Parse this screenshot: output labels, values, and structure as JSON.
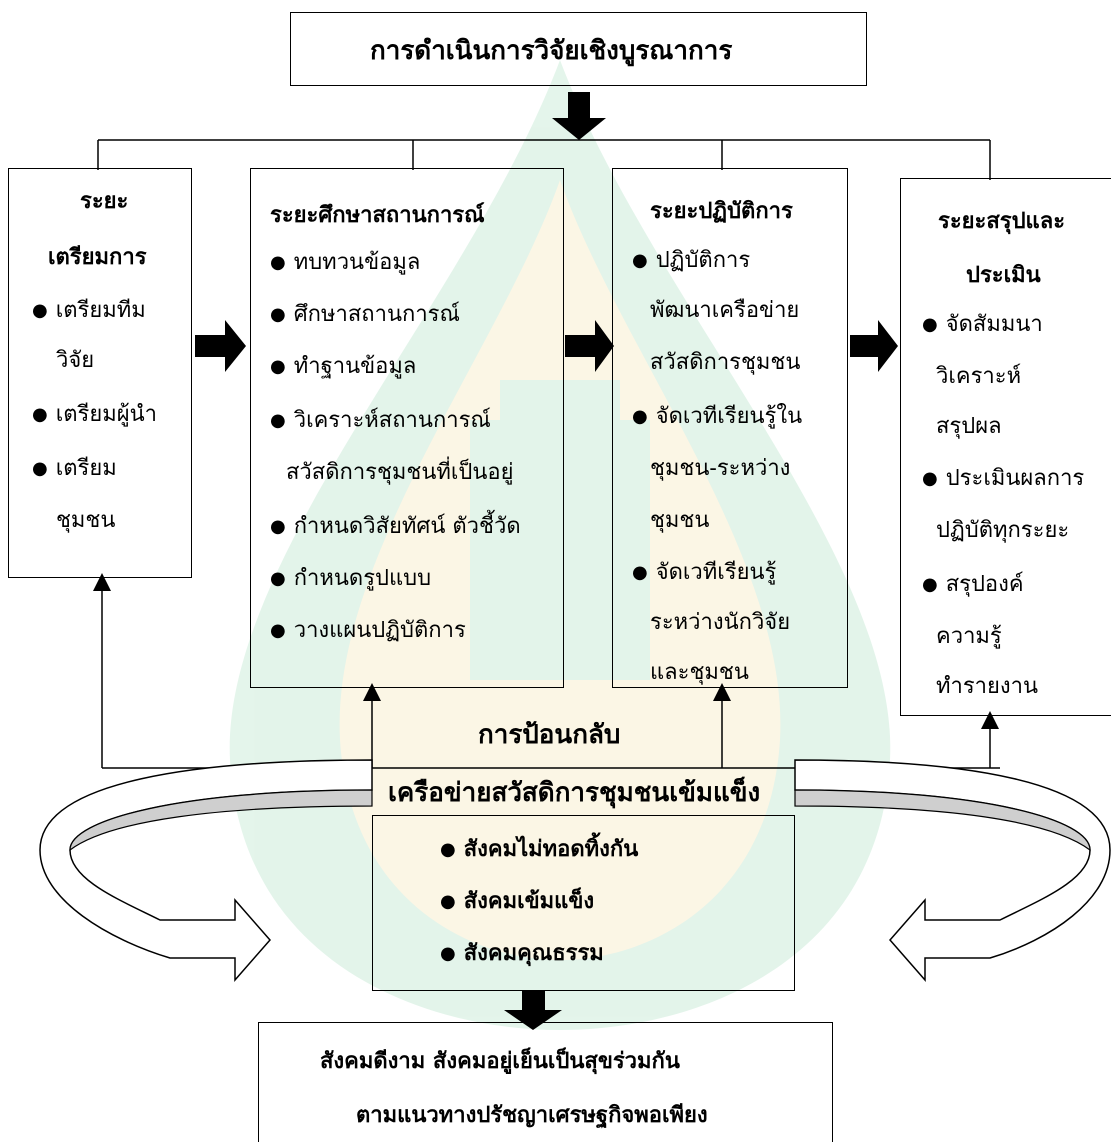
{
  "top_title": "การดำเนินการวิจัยเชิงบูรณาการ",
  "phases": [
    {
      "title_lines": [
        "ระยะ",
        "เตรียมการ"
      ],
      "items": [
        {
          "lines": [
            "เตรียมทีม",
            "วิจัย"
          ]
        },
        {
          "lines": [
            "เตรียมผู้นำ"
          ]
        },
        {
          "lines": [
            "เตรียม",
            "ชุมชน"
          ]
        }
      ]
    },
    {
      "title_lines": [
        "ระยะศึกษาสถานการณ์"
      ],
      "items": [
        {
          "lines": [
            "ทบทวนข้อมูล"
          ]
        },
        {
          "lines": [
            "ศึกษาสถานการณ์"
          ]
        },
        {
          "lines": [
            "ทำฐานข้อมูล"
          ]
        },
        {
          "lines": [
            "วิเคราะห์สถานการณ์",
            "สวัสดิการชุมชนที่เป็นอยู่"
          ]
        },
        {
          "lines": [
            "กำหนดวิสัยทัศน์ ตัวชี้วัด"
          ]
        },
        {
          "lines": [
            "กำหนดรูปแบบ"
          ]
        },
        {
          "lines": [
            "วางแผนปฏิบัติการ"
          ]
        }
      ]
    },
    {
      "title_lines": [
        "ระยะปฏิบัติการ"
      ],
      "items": [
        {
          "lines": [
            "ปฏิบัติการ",
            "พัฒนาเครือข่าย",
            "สวัสดิการชุมชน"
          ]
        },
        {
          "lines": [
            "จัดเวทีเรียนรู้ใน",
            "ชุมชน-ระหว่าง",
            "ชุมชน"
          ]
        },
        {
          "lines": [
            "จัดเวทีเรียนรู้",
            "ระหว่างนักวิจัย",
            "และชุมชน"
          ]
        }
      ]
    },
    {
      "title_lines": [
        "ระยะสรุปและ",
        "ประเมิน"
      ],
      "items": [
        {
          "lines": [
            "จัดสัมมนา",
            "วิเคราะห์",
            "สรุปผล"
          ]
        },
        {
          "lines": [
            "ประเมินผลการ",
            "ปฏิบัติทุกระยะ"
          ]
        },
        {
          "lines": [
            "สรุปองค์",
            "ความรู้",
            "ทำรายงาน"
          ]
        }
      ]
    }
  ],
  "feedback_label": "การป้อนกลับ",
  "network_label": "เครือข่ายสวัสดิการชุมชนเข้มแข็ง",
  "society_items": [
    "สังคมไม่ทอดทิ้งกัน",
    "สังคมเข้มแข็ง",
    "สังคมคุณธรรม"
  ],
  "outcome_lines": [
    "สังคมดีงาม สังคมอยู่เย็นเป็นสุขร่วมกัน",
    "ตามแนวทางปรัชญาเศรษฐกิจพอเพียง"
  ],
  "colors": {
    "watermark_green": "#1fa95a",
    "watermark_gold": "#e2b733",
    "curve_fill": "#cfcfcf"
  }
}
